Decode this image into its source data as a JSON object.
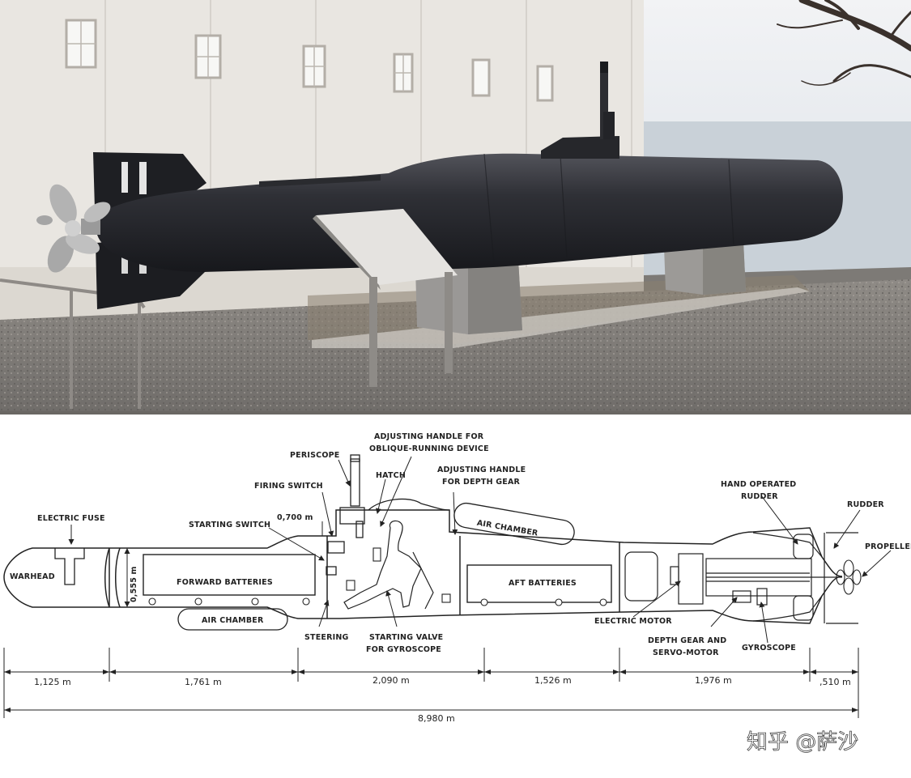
{
  "diagram": {
    "labels": {
      "periscope": "PERISCOPE",
      "oblique_handle_1": "ADJUSTING HANDLE FOR",
      "oblique_handle_2": "OBLIQUE-RUNNING DEVICE",
      "hatch": "HATCH",
      "depth_handle_1": "ADJUSTING HANDLE",
      "depth_handle_2": "FOR DEPTH GEAR",
      "firing_switch": "FIRING SWITCH",
      "electric_fuse": "ELECTRIC FUSE",
      "starting_switch": "STARTING SWITCH",
      "air_chamber_upper": "AIR CHAMBER",
      "hand_rudder_1": "HAND OPERATED",
      "hand_rudder_2": "RUDDER",
      "rudder": "RUDDER",
      "propeller": "PROPELLER",
      "warhead": "WARHEAD",
      "forward_batteries": "FORWARD BATTERIES",
      "aft_batteries": "AFT BATTERIES",
      "air_chamber_lower": "AIR CHAMBER",
      "steering": "STEERING",
      "starting_valve_1": "STARTING VALVE",
      "starting_valve_2": "FOR GYROSCOPE",
      "electric_motor": "ELECTRIC MOTOR",
      "depth_gear_1": "DEPTH GEAR AND",
      "depth_gear_2": "SERVO-MOTOR",
      "gyroscope": "GYROSCOPE",
      "dim_700": "0,700 m",
      "dim_555": "0,555 m"
    },
    "dimensions": [
      "1,125 m",
      "1,761 m",
      "2,090 m",
      "1,526 m",
      "1,976 m",
      ",510 m"
    ],
    "total_length": "8,980 m"
  },
  "watermark": "知乎 @萨沙"
}
